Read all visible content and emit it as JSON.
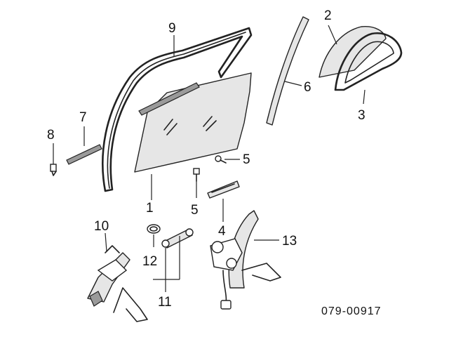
{
  "diagram": {
    "callouts": {
      "c1": "1",
      "c2": "2",
      "c3": "3",
      "c4": "4",
      "c5a": "5",
      "c5b": "5",
      "c6": "6",
      "c7": "7",
      "c8": "8",
      "c9": "9",
      "c10": "10",
      "c11": "11",
      "c12": "12",
      "c13": "13"
    },
    "figure_code": "079-00917"
  }
}
